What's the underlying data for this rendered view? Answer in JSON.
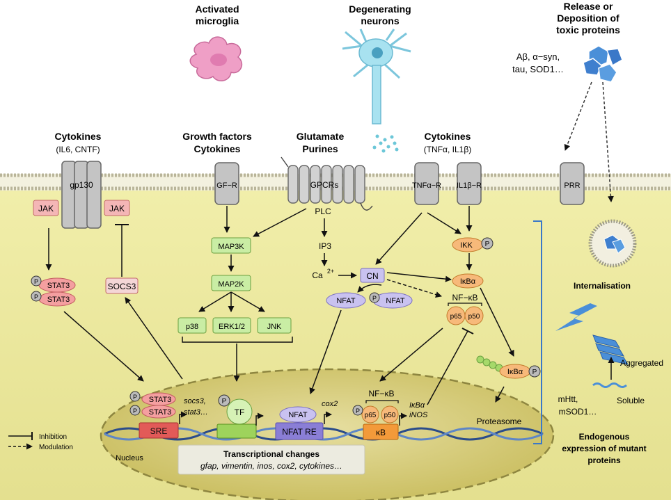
{
  "colors": {
    "cytoplasm": "#e9e6a3",
    "nucleus": "#dcd37a",
    "jak": "#f4b6b6",
    "stat3": "#f49fa0",
    "green": "#c9eda4",
    "purple": "#c9c2f0",
    "nfkb": "#f7b97a",
    "receptor": "#bdbdbd",
    "blue": "#4a8fd8"
  },
  "icons": {
    "microglia": "microglia-cell-icon",
    "neuron": "neuron-icon",
    "toxic": "toxic-protein-cluster-icon",
    "lightning": "lightning-icon"
  },
  "labels": {
    "microglia": [
      "Activated",
      "microglia"
    ],
    "neurons": [
      "Degenerating",
      "neurons"
    ],
    "release": [
      "Release or",
      "Deposition of",
      "toxic proteins"
    ],
    "toxic_list": [
      "Aβ, α−syn,",
      "tau, SOD1…"
    ],
    "cyt1_title": "Cytokines",
    "cyt1_sub": "(IL6, CNTF)",
    "gf_title": [
      "Growth factors",
      "Cytokines"
    ],
    "glu_title": [
      "Glutamate",
      "Purines"
    ],
    "cyt2_title": "Cytokines",
    "cyt2_sub": "(TNFα, IL1β)",
    "gp130": "gp130",
    "jak": "JAK",
    "gfr": "GF−R",
    "gpcrs": "GPCRs",
    "tnfr": "TNFα−R",
    "il1r": "IL1β−R",
    "prr": "PRR",
    "plc": "PLC",
    "ip3": "IP3",
    "ca": "Ca",
    "ca_sup": "2+",
    "cn": "CN",
    "nfat": "NFAT",
    "map3k": "MAP3K",
    "map2k": "MAP2K",
    "p38": "p38",
    "erk": "ERK1/2",
    "jnk": "JNK",
    "stat3": "STAT3",
    "socs3": "SOCS3",
    "p": "P",
    "ikk": "IKK",
    "ikba": "IκBα",
    "nfkb": "NF−κB",
    "p65": "p65",
    "p50": "p50",
    "proteasome": "Proteasome",
    "internalisation": "Internalisation",
    "aggregated": "Aggregated",
    "soluble": "Soluble",
    "mutants": [
      "mHtt,",
      "mSOD1…"
    ],
    "endogenous": [
      "Endogenous",
      "expression of mutant",
      "proteins"
    ],
    "tf": "TF",
    "sre": "SRE",
    "nfat_re": "NFAT RE",
    "kb": "κB",
    "socs3_gene": [
      "socs3,",
      "stat3…"
    ],
    "cox2": "cox2",
    "ikba_gene": "IκBα",
    "inos_gene": "iNOS",
    "nucleus": "Nucleus",
    "tc_title": "Transcriptional changes",
    "tc_genes": "gfap, vimentin, inos, cox2,  cytokines…",
    "inhibition": "Inhibition",
    "modulation": "Modulation"
  }
}
